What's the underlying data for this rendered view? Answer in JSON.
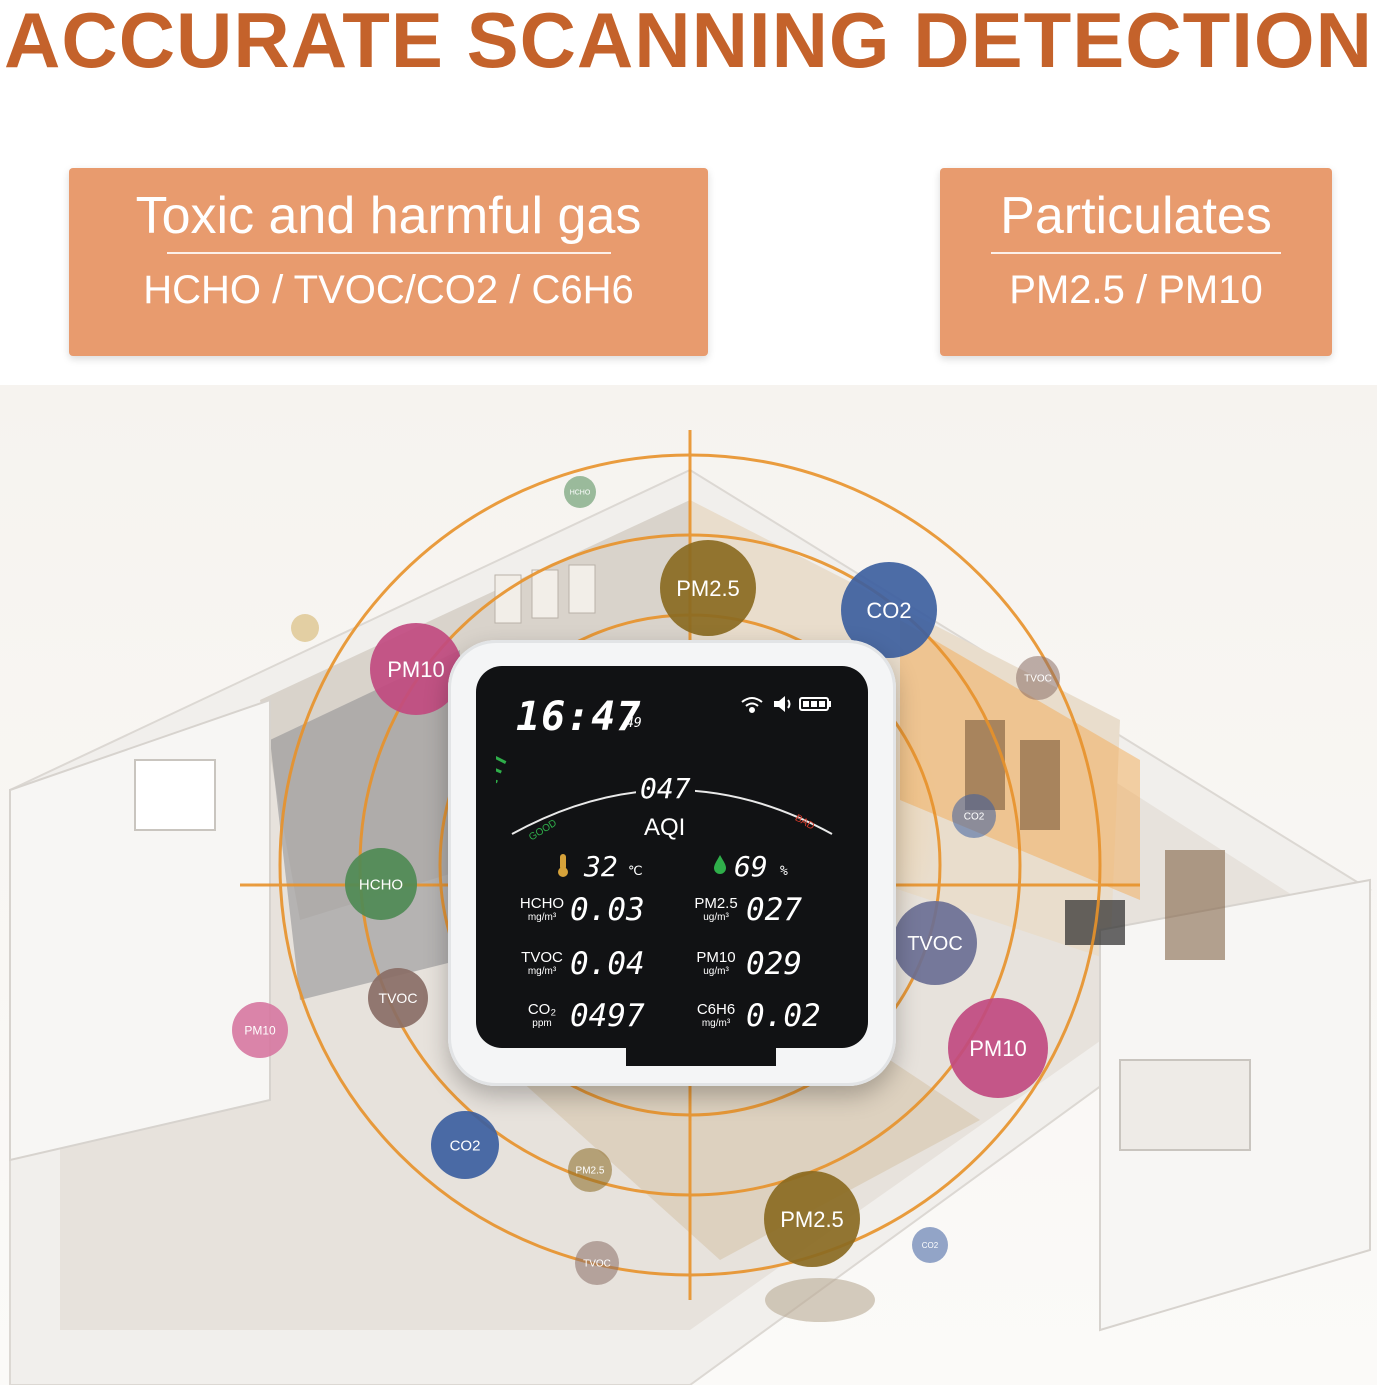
{
  "headline": "ACCURATE SCANNING DETECTION",
  "boxes": {
    "gas": {
      "title": "Toxic and harmful gas",
      "subtitle": "HCHO / TVOC/CO2 / C6H6"
    },
    "particulates": {
      "title": "Particulates",
      "subtitle": "PM2.5 / PM10"
    }
  },
  "bubbles": [
    {
      "label": "PM2.5",
      "color": "#8a6a22"
    },
    {
      "label": "CO2",
      "color": "#3d5fa0"
    },
    {
      "label": "PM10",
      "color": "#c14a80"
    },
    {
      "label": "HCHO",
      "color": "#4f8a55"
    },
    {
      "label": "TVOC",
      "color": "#6b6f94"
    },
    {
      "label": "PM10",
      "color": "#c14a80"
    },
    {
      "label": "TVOC",
      "color": "#8a6e66"
    },
    {
      "label": "CO2",
      "color": "#3d5fa0"
    },
    {
      "label": "PM2.5",
      "color": "#8a6a22"
    },
    {
      "label": "PM2.5",
      "color": "#8a6a22"
    },
    {
      "label": "TVOC",
      "color": "#8a6e66"
    },
    {
      "label": "HCHO",
      "color": "#4f8a55"
    },
    {
      "label": "TVOC",
      "color": "#8a6e66"
    },
    {
      "label": "CO2",
      "color": "#3d5fa0"
    },
    {
      "label": "PM10",
      "color": "#d77aa2"
    },
    {
      "label": "CO2",
      "color": "#3d5fa0"
    }
  ],
  "device": {
    "time": "16:47",
    "time_suffix": "49",
    "aqi_value": "047",
    "aqi_label": "AQI",
    "scale_good": "GOOD",
    "scale_bad": "BAD",
    "temperature": "32",
    "temperature_unit": "℃",
    "humidity": "69",
    "humidity_unit": "%",
    "readings": [
      {
        "name": "HCHO",
        "unit": "mg/m³",
        "value": "0.03"
      },
      {
        "name": "PM2.5",
        "unit": "ug/m³",
        "value": "027"
      },
      {
        "name": "TVOC",
        "unit": "mg/m³",
        "value": "0.04"
      },
      {
        "name": "PM10",
        "unit": "ug/m³",
        "value": "029"
      },
      {
        "name": "CO₂",
        "unit": "ppm",
        "value": "0497"
      },
      {
        "name": "C6H6",
        "unit": "mg/m³",
        "value": "0.02"
      }
    ]
  },
  "colors": {
    "headline": "#c4622b",
    "box": "#e89b6e",
    "rings": "#e8922a",
    "gauge_good": "#2fae4a",
    "gauge_bad": "#d83a2a"
  }
}
